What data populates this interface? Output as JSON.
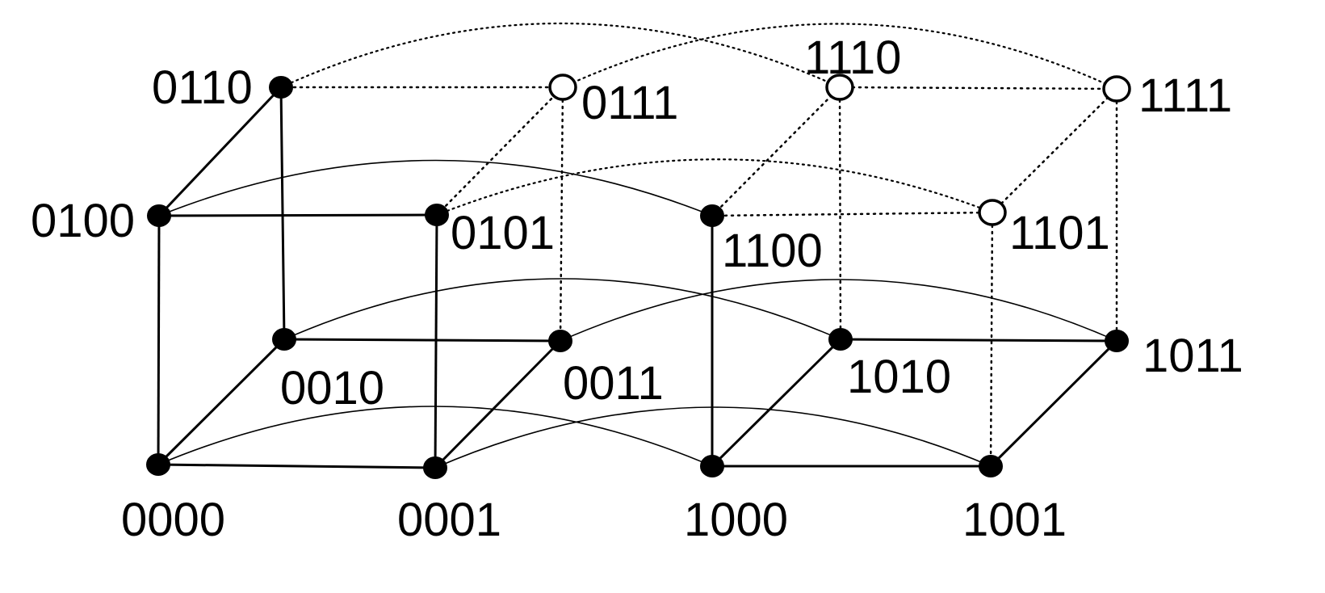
{
  "diagram": {
    "nodes": {
      "n0000": {
        "label": "0000",
        "filled": true
      },
      "n0001": {
        "label": "0001",
        "filled": true
      },
      "n0010": {
        "label": "0010",
        "filled": true
      },
      "n0011": {
        "label": "0011",
        "filled": true
      },
      "n0100": {
        "label": "0100",
        "filled": true
      },
      "n0101": {
        "label": "0101",
        "filled": true
      },
      "n0110": {
        "label": "0110",
        "filled": true
      },
      "n0111": {
        "label": "0111",
        "filled": false
      },
      "n1000": {
        "label": "1000",
        "filled": true
      },
      "n1001": {
        "label": "1001",
        "filled": true
      },
      "n1010": {
        "label": "1010",
        "filled": true
      },
      "n1011": {
        "label": "1011",
        "filled": true
      },
      "n1100": {
        "label": "1100",
        "filled": true
      },
      "n1101": {
        "label": "1101",
        "filled": false
      },
      "n1110": {
        "label": "1110",
        "filled": false
      },
      "n1111": {
        "label": "1111",
        "filled": false
      }
    },
    "colors": {
      "line": "#000000",
      "filled_node": "#000000",
      "open_node": "#ffffff",
      "background": "#ffffff"
    }
  }
}
